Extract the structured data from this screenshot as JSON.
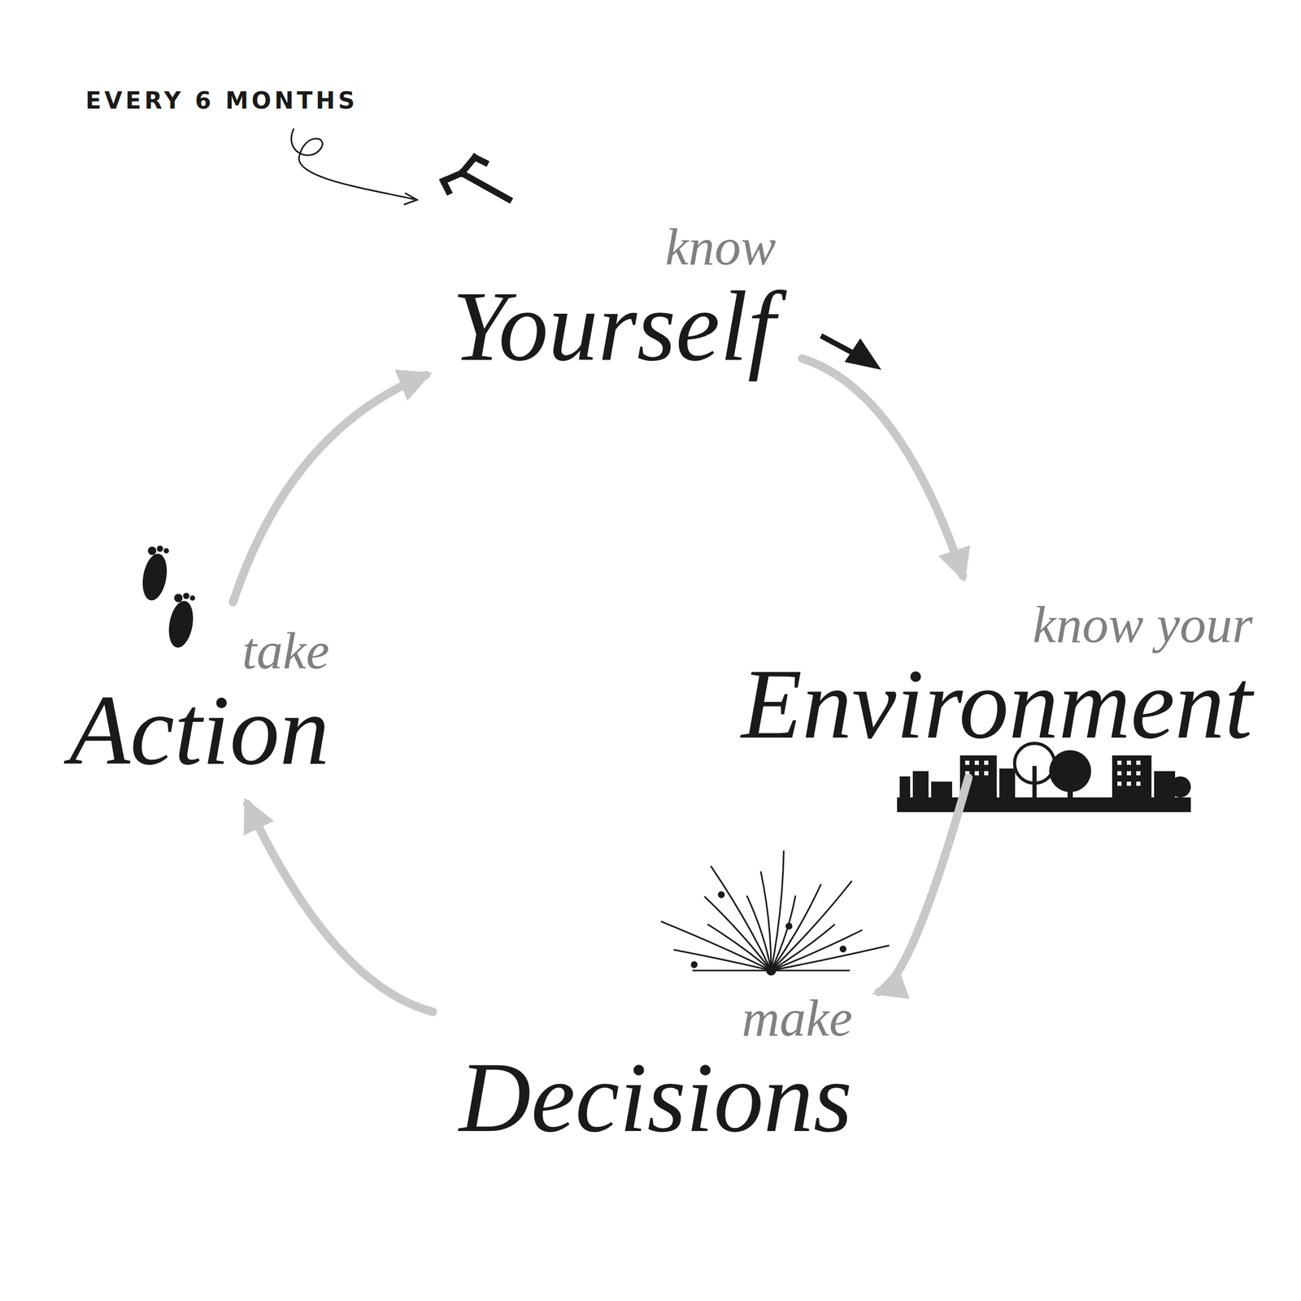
{
  "diagram": {
    "nodes": [
      {
        "text": [
          "know",
          "Yourself"
        ]
      },
      {
        "text": [
          "know your",
          "Environment"
        ]
      },
      {
        "text": [
          "make",
          "Decisions"
        ]
      },
      {
        "text": [
          "take",
          "Action"
        ]
      }
    ],
    "edges": [
      {
        "from": 0,
        "to": 1,
        "arrow": "to"
      },
      {
        "from": 1,
        "to": 2,
        "arrow": "to"
      },
      {
        "from": 2,
        "to": 3,
        "arrow": "to"
      },
      {
        "from": 3,
        "to": 0,
        "arrow": "to"
      }
    ],
    "labels": [
      "EVERY 6 MONTHS"
    ]
  }
}
